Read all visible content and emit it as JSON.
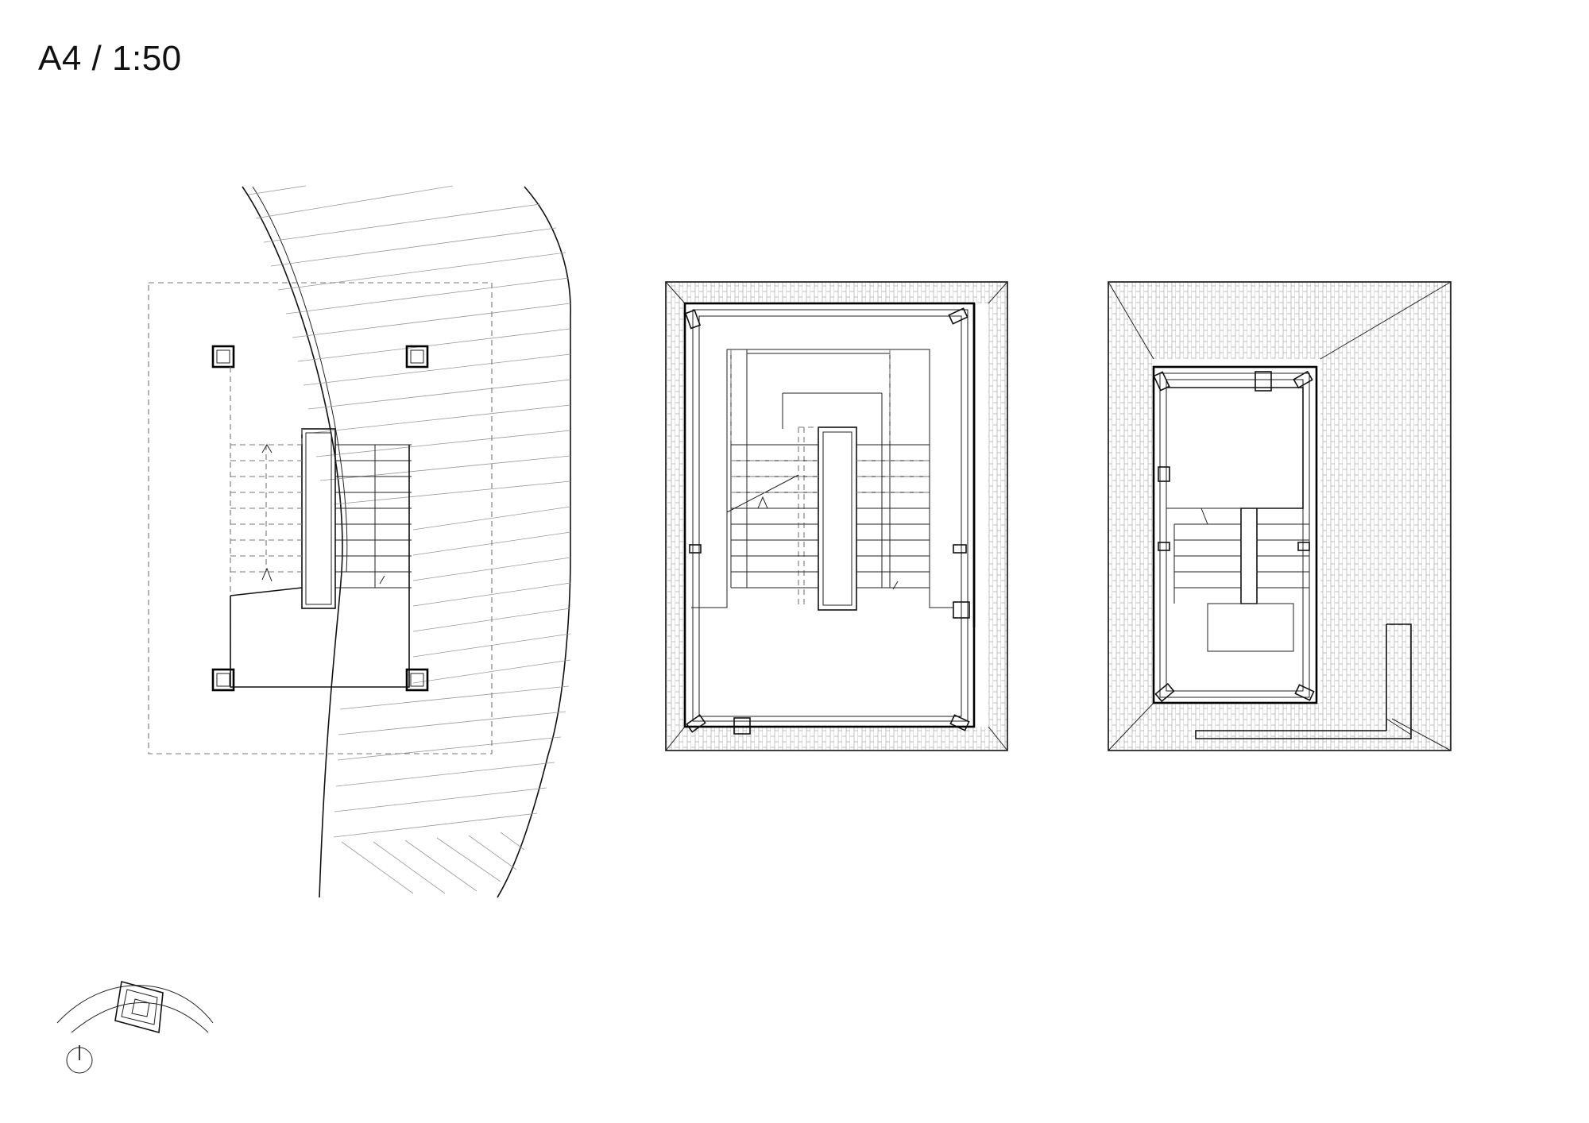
{
  "sheet": {
    "title": "A4 / 1:50"
  },
  "colors": {
    "ink": "#000000",
    "hidden_line": "#777777",
    "hatch": "#999999",
    "paper": "#ffffff"
  },
  "drawings": [
    {
      "name": "site-plan-with-stair"
    },
    {
      "name": "tower-plan-middle"
    },
    {
      "name": "tower-plan-roof"
    }
  ],
  "icons": {
    "key_plan": "key-plan-icon",
    "north_arrow": "north-arrow-icon"
  }
}
